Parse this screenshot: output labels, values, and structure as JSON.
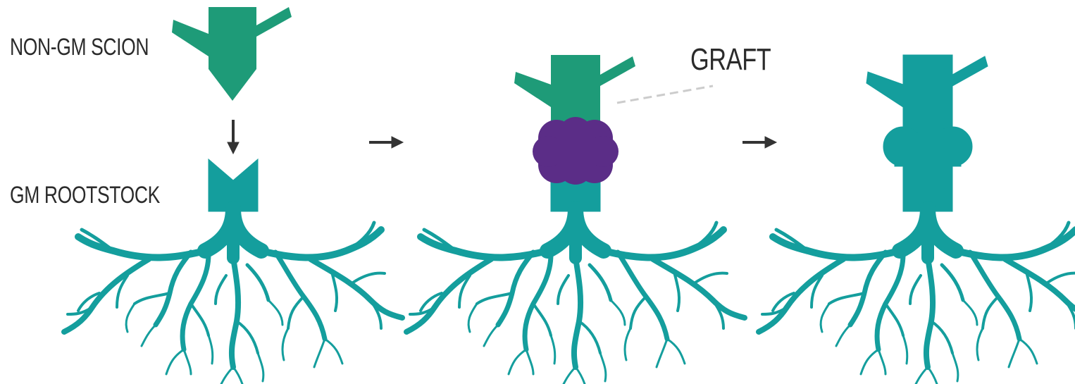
{
  "labels": {
    "scion": "NON-GM SCION",
    "rootstock": "GM ROOTSTOCK",
    "graft": "GRAFT"
  },
  "colors": {
    "scion": "#1e9b78",
    "rootstock": "#149e9d",
    "graft_union": "#5b2d87",
    "arrow": "#333333",
    "leader_line": "#cccccc"
  },
  "icons": {
    "stage_arrows": "right-arrow-icon",
    "drop_arrow": "down-arrow-icon"
  }
}
